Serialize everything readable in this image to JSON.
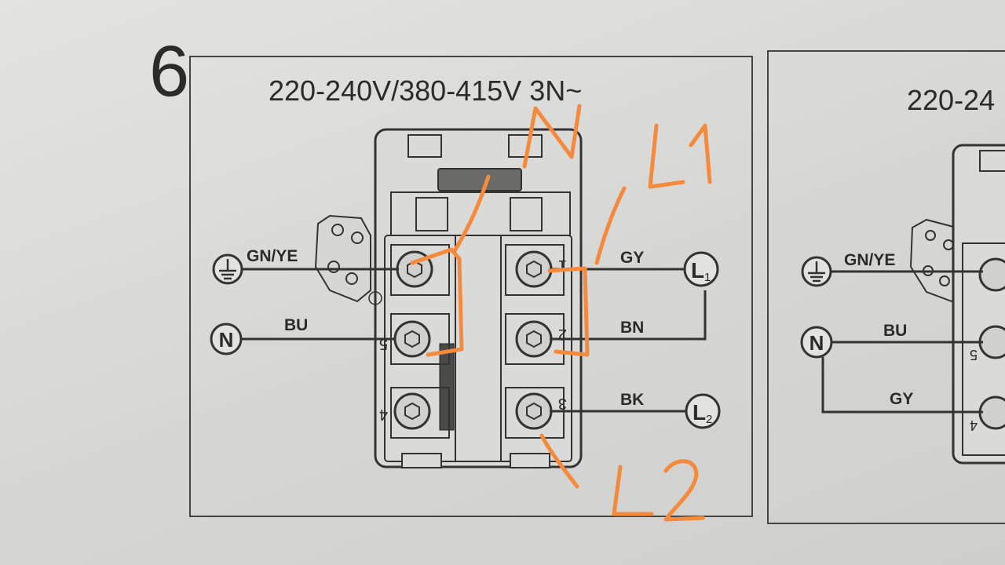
{
  "step_number": "6",
  "left_panel": {
    "voltage_title": "220-240V/380-415V 3N~",
    "earth_wire_label": "GN/YE",
    "neutral_terminal": "N",
    "neutral_wire_label": "BU",
    "l1_terminal": "L",
    "l1_subscript": "1",
    "l1_wire_label": "GY",
    "bn_wire_label": "BN",
    "l2_terminal": "L",
    "l2_subscript": "2",
    "l2_wire_label": "BK",
    "terminal_numbers": [
      "1",
      "2",
      "3",
      "4",
      "5"
    ]
  },
  "right_panel": {
    "voltage_title_partial": "220-24",
    "earth_wire_label": "GN/YE",
    "neutral_terminal": "N",
    "neutral_wire_label": "BU",
    "gy_wire_label": "GY",
    "terminal_numbers": [
      "5",
      "4"
    ]
  },
  "handwritten_annotations": {
    "color": "#f58a3c",
    "labels": [
      "N",
      "L1",
      "L2"
    ]
  },
  "colors": {
    "ink": "#2b2b2b",
    "paper": "#e0e0de",
    "terminal_face": "#d4d4d2"
  }
}
